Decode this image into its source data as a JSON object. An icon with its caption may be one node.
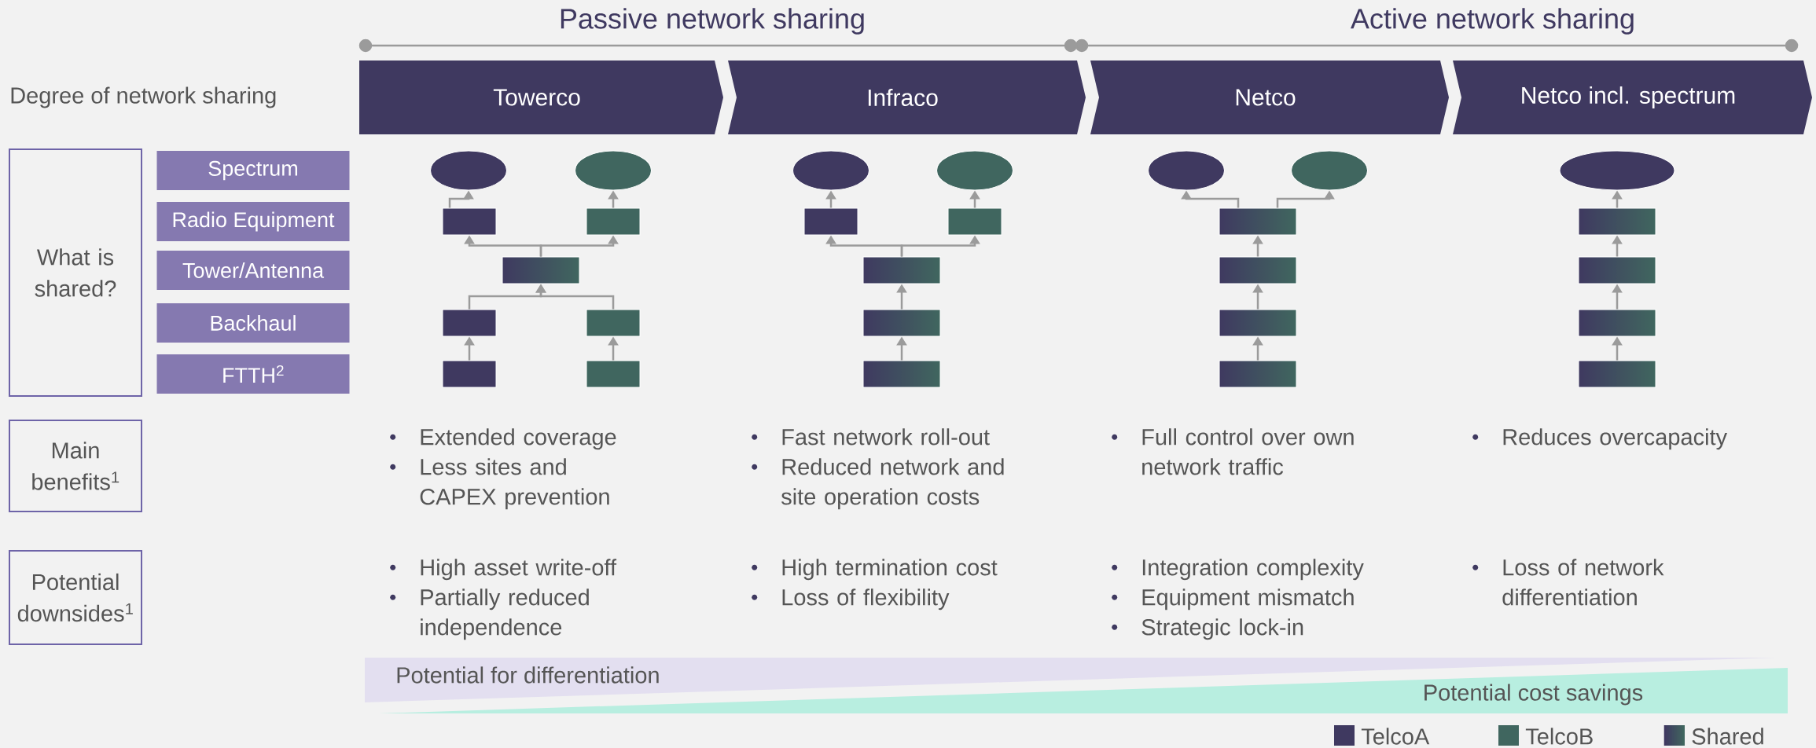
{
  "diagram": {
    "nodes": [
      {
        "text": [
          "Towerco"
        ]
      },
      {
        "text": [
          "Infraco"
        ]
      },
      {
        "text": [
          "Netco"
        ]
      },
      {
        "text": [
          "Netco incl. spectrum"
        ]
      },
      {
        "text": [
          "What is shared?"
        ]
      },
      {
        "text": [
          "Spectrum"
        ]
      },
      {
        "text": [
          "Radio Equipment"
        ]
      },
      {
        "text": [
          "Tower/Antenna"
        ]
      },
      {
        "text": [
          "Backhaul"
        ]
      },
      {
        "text": [
          "FTTH$^{2}$"
        ]
      },
      {
        "text": [
          "Main benefits$^{1}$"
        ]
      },
      {
        "text": [
          "Potential downsides$^{1}$"
        ]
      },
      {
        "text": [
          "Potential for differentiation"
        ]
      },
      {
        "text": [
          "Potential cost savings"
        ]
      },
      {
        "text": [],
        "shape": "ellipse"
      },
      {
        "text": [],
        "shape": "ellipse"
      },
      {
        "text": [],
        "shape": "box"
      },
      {
        "text": [],
        "shape": "box"
      },
      {
        "text": [],
        "shape": "box"
      },
      {
        "text": [],
        "shape": "box"
      },
      {
        "text": [],
        "shape": "box"
      },
      {
        "text": [],
        "shape": "box"
      },
      {
        "text": [],
        "shape": "box"
      },
      {
        "text": [],
        "shape": "ellipse"
      },
      {
        "text": [],
        "shape": "ellipse"
      },
      {
        "text": [],
        "shape": "box"
      },
      {
        "text": [],
        "shape": "box"
      },
      {
        "text": [],
        "shape": "box"
      },
      {
        "text": [],
        "shape": "box"
      },
      {
        "text": [],
        "shape": "box"
      },
      {
        "text": [],
        "shape": "ellipse"
      },
      {
        "text": [],
        "shape": "ellipse"
      },
      {
        "text": [],
        "shape": "box"
      },
      {
        "text": [],
        "shape": "box"
      },
      {
        "text": [],
        "shape": "box"
      },
      {
        "text": [],
        "shape": "box"
      },
      {
        "text": [],
        "shape": "ellipse"
      },
      {
        "text": [],
        "shape": "box"
      },
      {
        "text": [],
        "shape": "box"
      },
      {
        "text": [],
        "shape": "box"
      },
      {
        "text": [],
        "shape": "box"
      }
    ],
    "edges": [
      {
        "from": 16,
        "to": 14,
        "arrow": "to"
      },
      {
        "from": 17,
        "to": 15,
        "arrow": "to"
      },
      {
        "from": 18,
        "to": 16,
        "arrow": "to"
      },
      {
        "from": 18,
        "to": 17,
        "arrow": "to"
      },
      {
        "from": 19,
        "to": 18,
        "arrow": "to"
      },
      {
        "from": 20,
        "to": 18,
        "arrow": "to"
      },
      {
        "from": 21,
        "to": 19,
        "arrow": "to"
      },
      {
        "from": 22,
        "to": 20,
        "arrow": "to"
      },
      {
        "from": 25,
        "to": 23,
        "arrow": "to"
      },
      {
        "from": 26,
        "to": 24,
        "arrow": "to"
      },
      {
        "from": 27,
        "to": 25,
        "arrow": "to"
      },
      {
        "from": 27,
        "to": 26,
        "arrow": "to"
      },
      {
        "from": 28,
        "to": 27,
        "arrow": "to"
      },
      {
        "from": 29,
        "to": 28,
        "arrow": "to"
      },
      {
        "from": 32,
        "to": 30,
        "arrow": "to"
      },
      {
        "from": 32,
        "to": 31,
        "arrow": "to"
      },
      {
        "from": 33,
        "to": 32,
        "arrow": "to"
      },
      {
        "from": 34,
        "to": 33,
        "arrow": "to"
      },
      {
        "from": 35,
        "to": 34,
        "arrow": "to"
      },
      {
        "from": 37,
        "to": 36,
        "arrow": "to"
      },
      {
        "from": 38,
        "to": 37,
        "arrow": "to"
      },
      {
        "from": 39,
        "to": 38,
        "arrow": "to"
      },
      {
        "from": 40,
        "to": 39,
        "arrow": "to"
      }
    ],
    "labels": [
      "Passive network sharing",
      "Active network sharing",
      "Degree of network sharing",
      "Extended coverage",
      "Less sites and CAPEX prevention",
      "Fast network roll-out",
      "Reduced network and site operation costs",
      "Full control over own network traffic",
      "Reduces overcapacity",
      "High asset write-off",
      "Partially reduced independence",
      "High termination cost",
      "Loss of flexibility",
      "Integration complexity",
      "Equipment mismatch",
      "Strategic lock-in",
      "Loss of network differentiation"
    ],
    "legend": [
      {
        "text": "TelcoA",
        "color": "#3f3960"
      },
      {
        "text": "TelcoB",
        "color": "#40665f"
      },
      {
        "text": "Shared"
      }
    ]
  }
}
